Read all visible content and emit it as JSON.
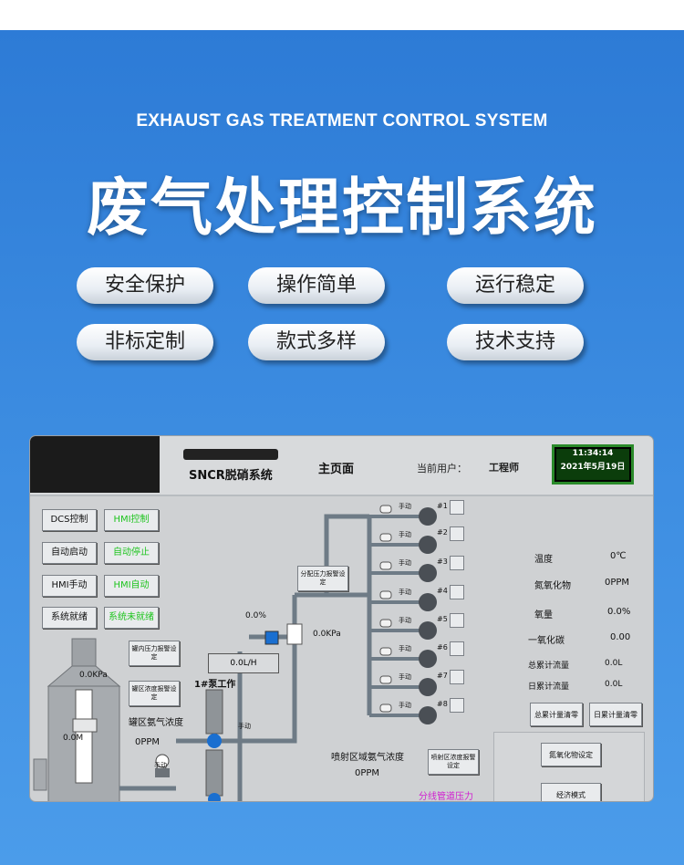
{
  "banner": {
    "subtitle": "EXHAUST GAS TREATMENT CONTROL SYSTEM",
    "title": "废气处理控制系统",
    "features": [
      "安全保护",
      "操作简单",
      "运行稳定",
      "非标定制",
      "款式多样",
      "技术支持"
    ]
  },
  "hmi": {
    "system_name": "SNCR脱硝系统",
    "page_title": "主页面",
    "user_label": "当前用户：",
    "user_value": "工程师",
    "clock": {
      "time": "11:34:14",
      "date": "2021年5月19日"
    },
    "buttons": [
      {
        "label": "DCS控制",
        "green": false
      },
      {
        "label": "HMI控制",
        "green": true
      },
      {
        "label": "自动启动",
        "green": false
      },
      {
        "label": "自动停止",
        "green": true
      },
      {
        "label": "HMI手动",
        "green": false
      },
      {
        "label": "HMI自动",
        "green": true
      },
      {
        "label": "系统就绪",
        "green": false
      },
      {
        "label": "系统未就绪",
        "green": true
      }
    ],
    "alarm_buttons": {
      "tank_pressure": "罐内压力报警设定",
      "tank_concentration": "罐区浓度报警设定",
      "dist_pressure": "分配压力报警设定",
      "spray_concentration": "喷射区浓度报警设定"
    },
    "process": {
      "tank_pressure": "0.0KPa",
      "tank_level": "0.0M",
      "tank_area_label": "罐区氨气浓度",
      "tank_area_value": "0PPM",
      "pump_label": "1#泵工作",
      "manual": "手动",
      "flow_percent": "0.0%",
      "flow_rate": "0.0L/H",
      "dist_pressure": "0.0KPa",
      "spray_label": "喷射区域氨气浓度",
      "spray_value": "0PPM",
      "branch_label": "分线管道压力",
      "pumps": [
        "#1",
        "#2",
        "#3",
        "#4",
        "#5",
        "#6",
        "#7",
        "#8"
      ]
    },
    "readings": [
      {
        "label": "温度",
        "value": "0℃"
      },
      {
        "label": "氮氧化物",
        "value": "0PPM"
      },
      {
        "label": "氧量",
        "value": "0.0%"
      },
      {
        "label": "一氧化碳",
        "value": "0.00"
      }
    ],
    "totals": [
      {
        "label": "总累计流量",
        "value": "0.0L"
      },
      {
        "label": "日累计流量",
        "value": "0.0L"
      }
    ],
    "clear_buttons": [
      "总累计量清零",
      "日累计量清零"
    ],
    "right_buttons": [
      "氮氧化物设定",
      "经济模式"
    ]
  }
}
